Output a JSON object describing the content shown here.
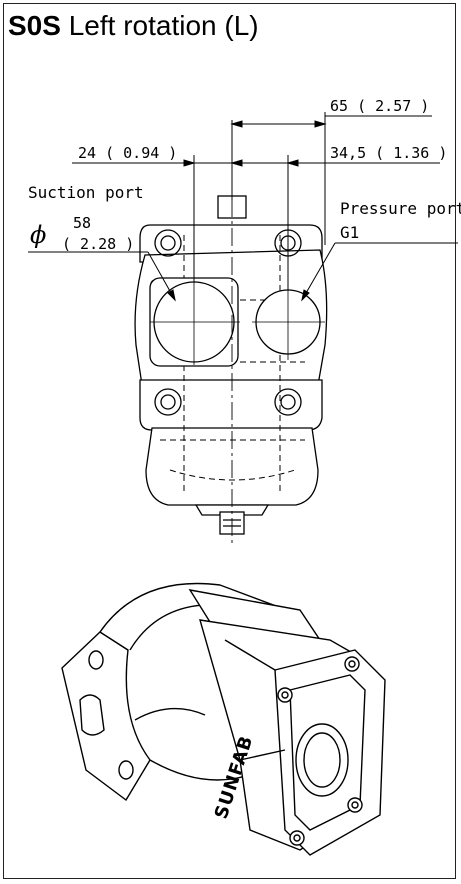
{
  "title": {
    "code": "S0S",
    "text": "Left rotation (L)"
  },
  "dimensions": {
    "width_total": "65 ( 2.57 )",
    "left_offset": "24 ( 0.94 )",
    "right_offset": "34,5 ( 1.36 )"
  },
  "labels": {
    "suction_port": "Suction port",
    "suction_symbol": "ϕ",
    "suction_dia_mm": "58",
    "suction_dia_in": "( 2.28 )",
    "pressure_port": "Pressure port",
    "pressure_thread": "G1"
  },
  "brand": "SUNFAB"
}
